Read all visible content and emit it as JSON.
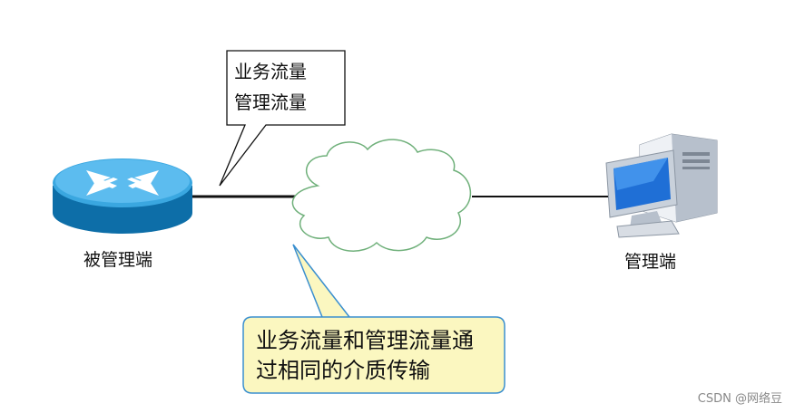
{
  "callout_top": {
    "line1": "业务流量",
    "line2": "管理流量"
  },
  "callout_bottom": {
    "line1": "业务流量和管理流量通",
    "line2": "过相同的介质传输"
  },
  "router": {
    "label": "被管理端",
    "icon": "router-icon"
  },
  "pc": {
    "label": "管理端",
    "icon": "computer-icon"
  },
  "cloud": {
    "icon": "cloud-icon"
  },
  "watermark": "CSDN @网络豆",
  "colors": {
    "router": "#1a86c8",
    "callout_fill": "#fbf7c0",
    "callout_border": "#3a8fcf",
    "line": "#111111"
  }
}
